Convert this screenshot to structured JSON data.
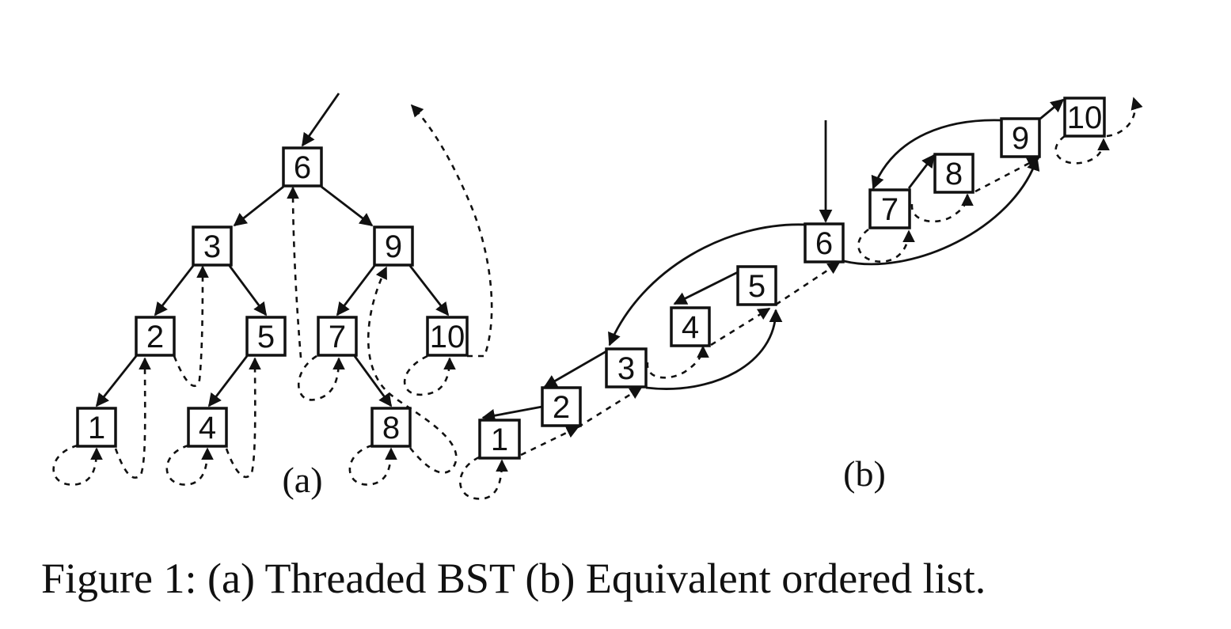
{
  "colors": {
    "ink": "#111111",
    "background": "#ffffff"
  },
  "panel_a": {
    "label": "(a)",
    "nodes": [
      "1",
      "2",
      "3",
      "4",
      "5",
      "6",
      "7",
      "8",
      "9",
      "10"
    ]
  },
  "panel_b": {
    "label": "(b)",
    "nodes": [
      "1",
      "2",
      "3",
      "4",
      "5",
      "6",
      "7",
      "8",
      "9",
      "10"
    ]
  },
  "caption": "Figure 1: (a) Threaded BST (b) Equivalent ordered list."
}
